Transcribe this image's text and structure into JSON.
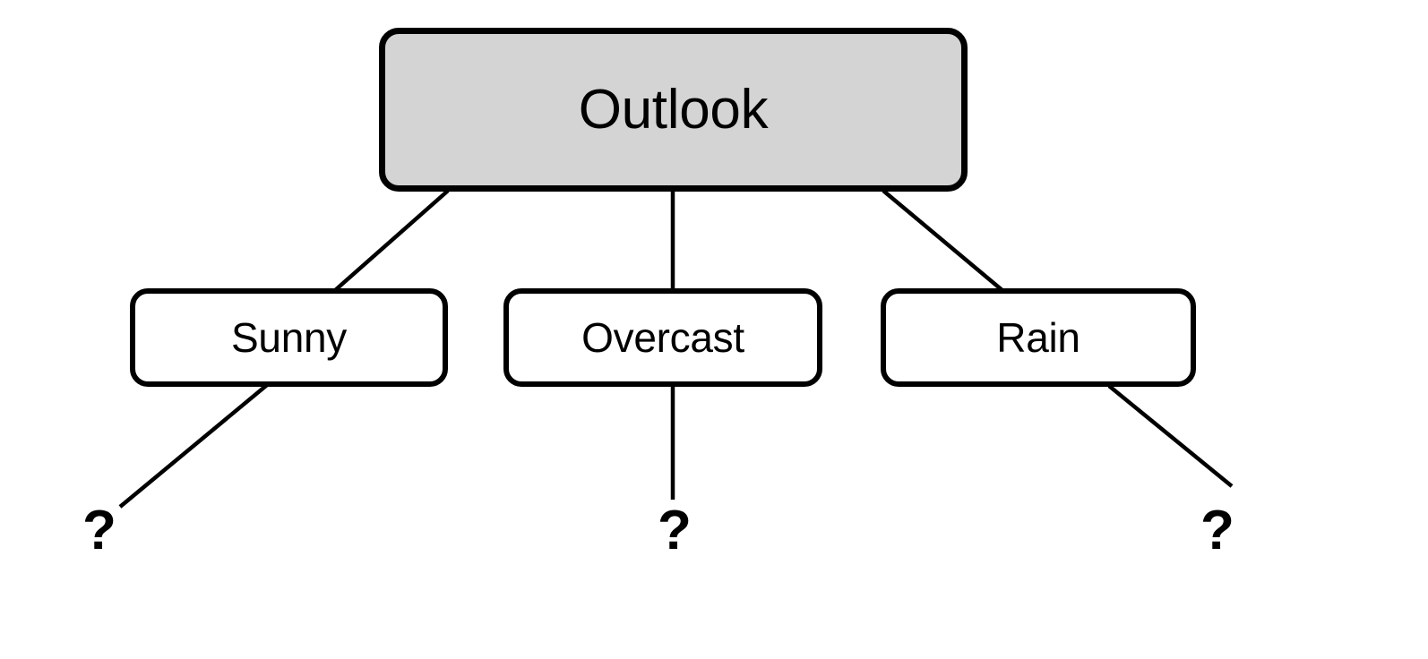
{
  "diagram": {
    "type": "decision-tree",
    "title_node": "Outlook",
    "background_color": "#ffffff",
    "root_fill_color": "#d4d4d4",
    "node_fill_color": "#ffffff",
    "stroke_color": "#000000",
    "nodes": {
      "root": {
        "label": "Outlook"
      },
      "sunny": {
        "label": "Sunny"
      },
      "overcast": {
        "label": "Overcast"
      },
      "rain": {
        "label": "Rain"
      }
    },
    "leaves": {
      "sunny_unknown": {
        "label": "?"
      },
      "overcast_unknown": {
        "label": "?"
      },
      "rain_unknown": {
        "label": "?"
      }
    },
    "edges": [
      {
        "from": "root",
        "to": "sunny"
      },
      {
        "from": "root",
        "to": "overcast"
      },
      {
        "from": "root",
        "to": "rain"
      },
      {
        "from": "sunny",
        "to": "sunny_unknown"
      },
      {
        "from": "overcast",
        "to": "overcast_unknown"
      },
      {
        "from": "rain",
        "to": "rain_unknown"
      }
    ]
  }
}
